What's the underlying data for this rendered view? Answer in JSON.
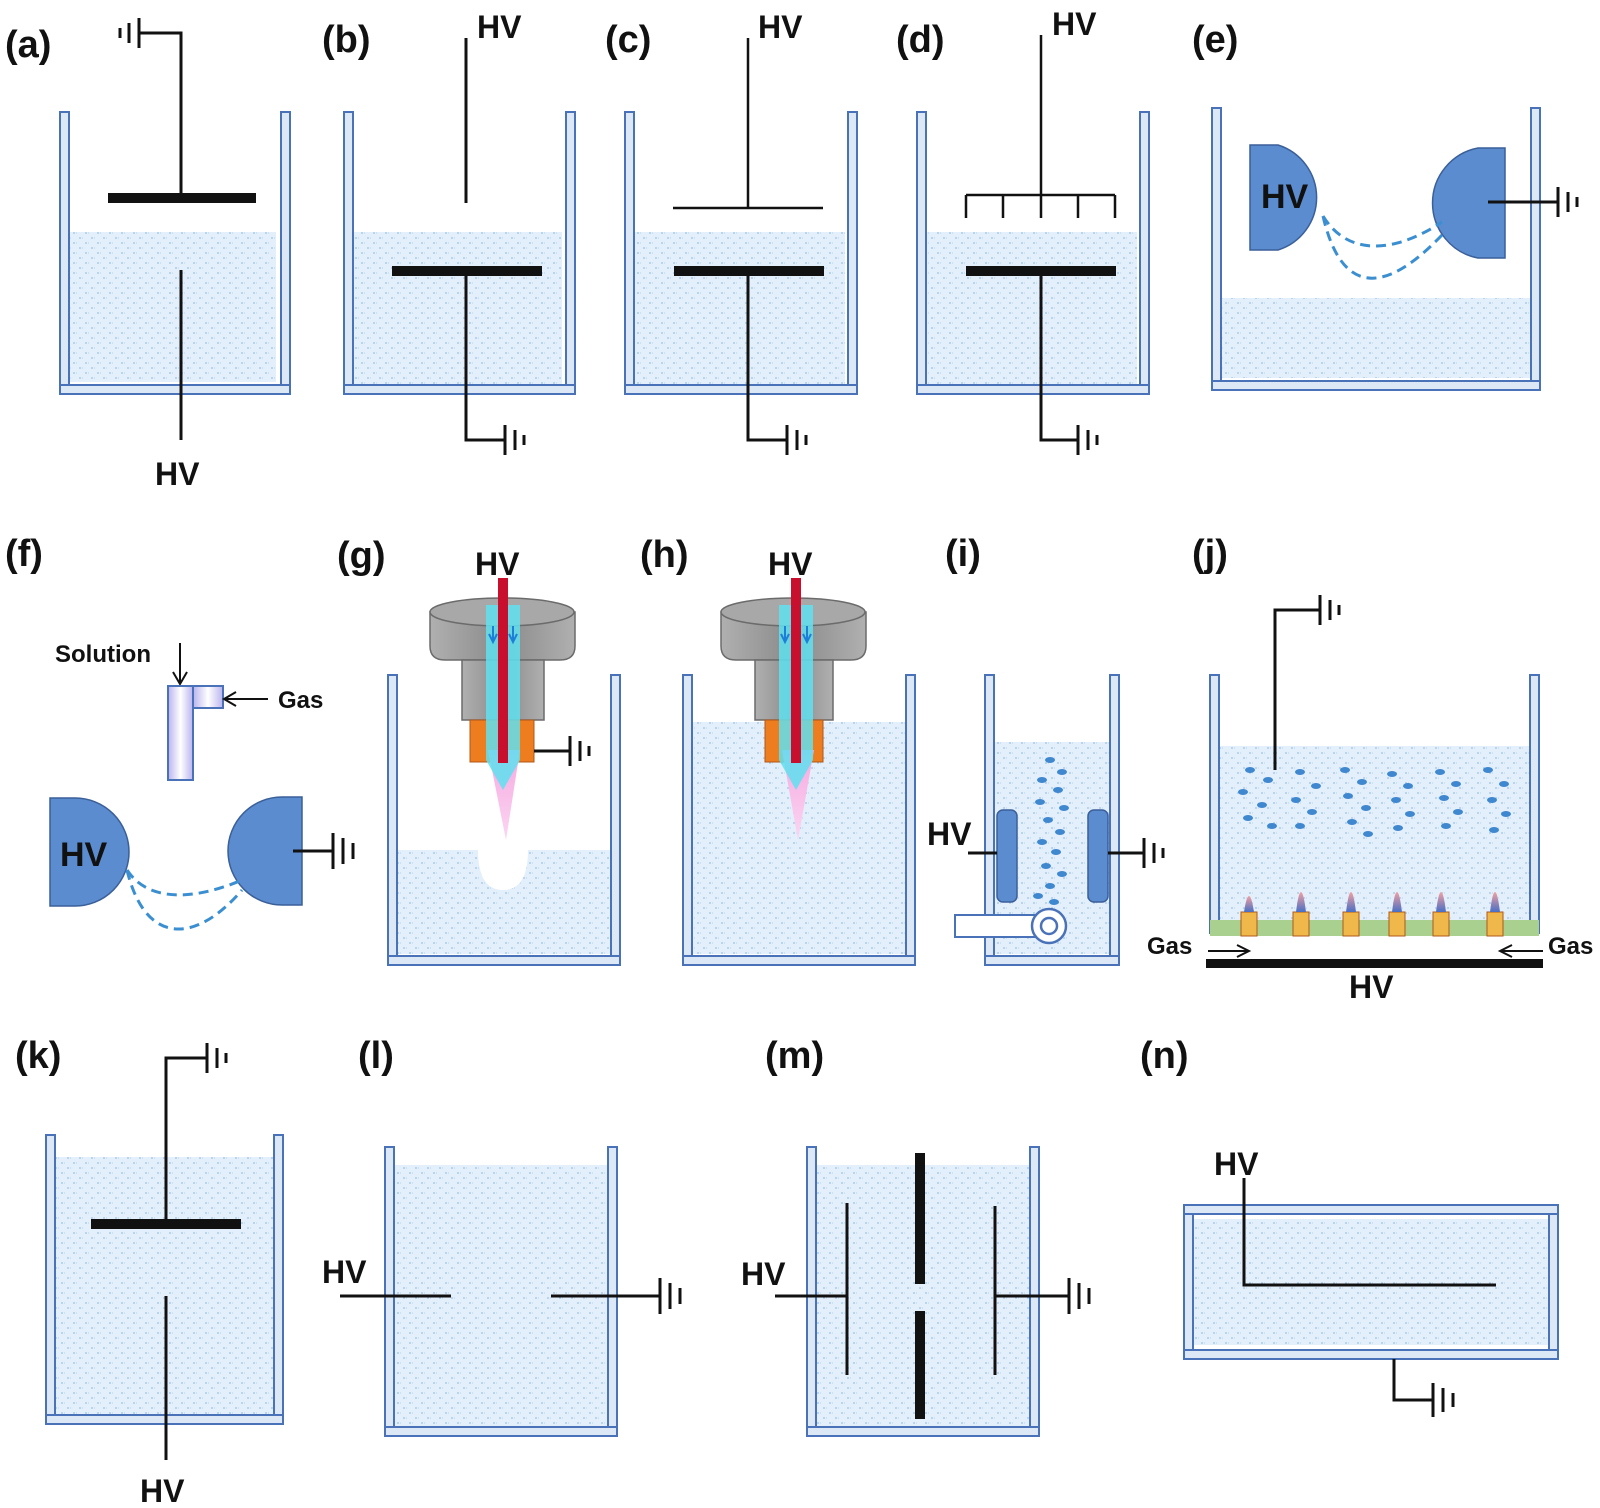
{
  "figure": {
    "panel_labels": [
      "(a)",
      "(b)",
      "(c)",
      "(d)",
      "(e)",
      "(f)",
      "(g)",
      "(h)",
      "(i)",
      "(j)",
      "(k)",
      "(l)",
      "(m)",
      "(n)"
    ],
    "hv_label": "HV",
    "solution_label": "Solution",
    "gas_label": "Gas"
  },
  "colors": {
    "liquid": "#e3effa",
    "liquid_dot": "#9ec3e6",
    "vessel": "#4a72b8",
    "vessel_fill": "#dce8f6",
    "electrode_blue": "#5b8ccf",
    "discharge": "#3b8fd0",
    "jet_gray": "#8f8f8f",
    "jet_red": "#c8102e",
    "jet_cyan": "#5fe0f0",
    "plume_pink": "#f6a8e0",
    "orange": "#ee7d1f",
    "substrate_green": "#a9d08e"
  }
}
